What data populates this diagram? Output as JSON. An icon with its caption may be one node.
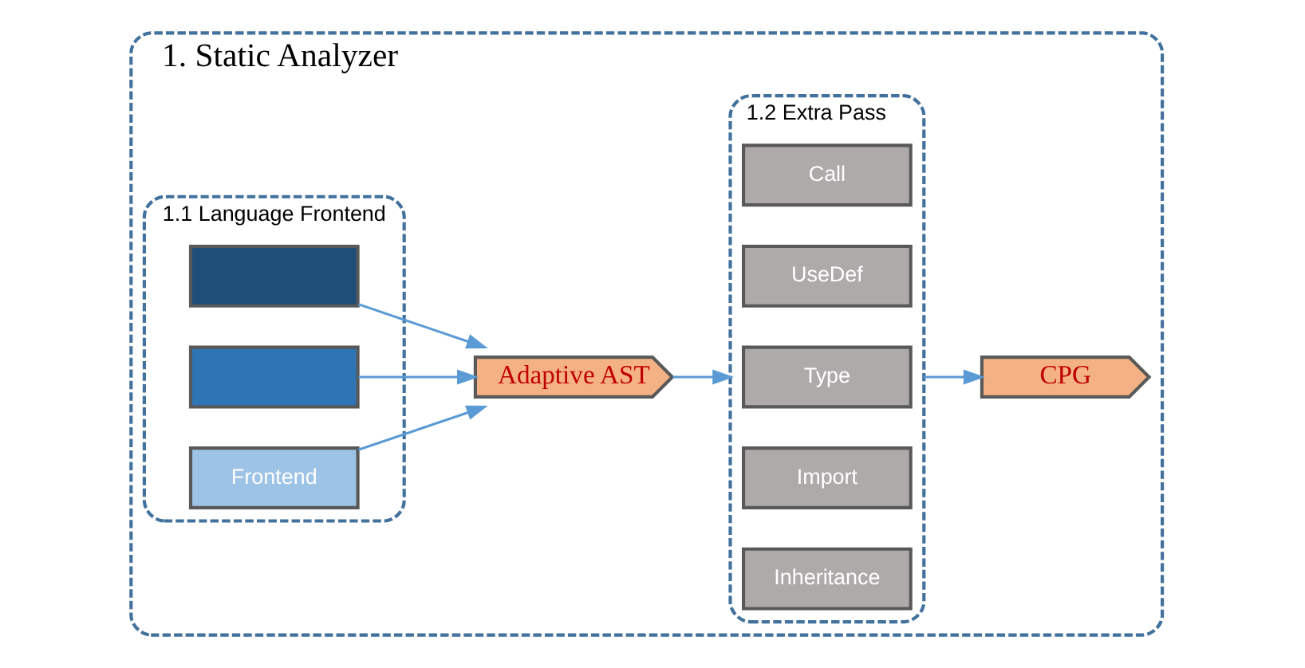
{
  "diagram": {
    "nodes": [
      {
        "text": [
          "1. Static Analyzer"
        ]
      },
      {
        "text": [
          "1.1 Language Frontend"
        ],
        "in": 0
      },
      {
        "text": [],
        "shape": "box",
        "in": 1
      },
      {
        "text": [],
        "shape": "box",
        "in": 1
      },
      {
        "text": [
          "Frontend"
        ],
        "in": 1
      },
      {
        "text": [
          "Adaptive AST"
        ],
        "in": 0
      },
      {
        "text": [
          "1.2 Extra Pass"
        ],
        "in": 0
      },
      {
        "text": [
          "Call"
        ],
        "in": 6
      },
      {
        "text": [
          "UseDef"
        ],
        "in": 6
      },
      {
        "text": [
          "Type"
        ],
        "in": 6
      },
      {
        "text": [
          "Import"
        ],
        "in": 6
      },
      {
        "text": [
          "Inheritance"
        ],
        "in": 6
      },
      {
        "text": [
          "CPG"
        ],
        "in": 0
      }
    ],
    "edges": [
      {
        "from": 2,
        "to": 5,
        "arrow": "to"
      },
      {
        "from": 3,
        "to": 5,
        "arrow": "to"
      },
      {
        "from": 4,
        "to": 5,
        "arrow": "to"
      },
      {
        "from": 5,
        "to": 6,
        "arrow": "to"
      },
      {
        "from": 6,
        "to": 12,
        "arrow": "to"
      }
    ]
  }
}
